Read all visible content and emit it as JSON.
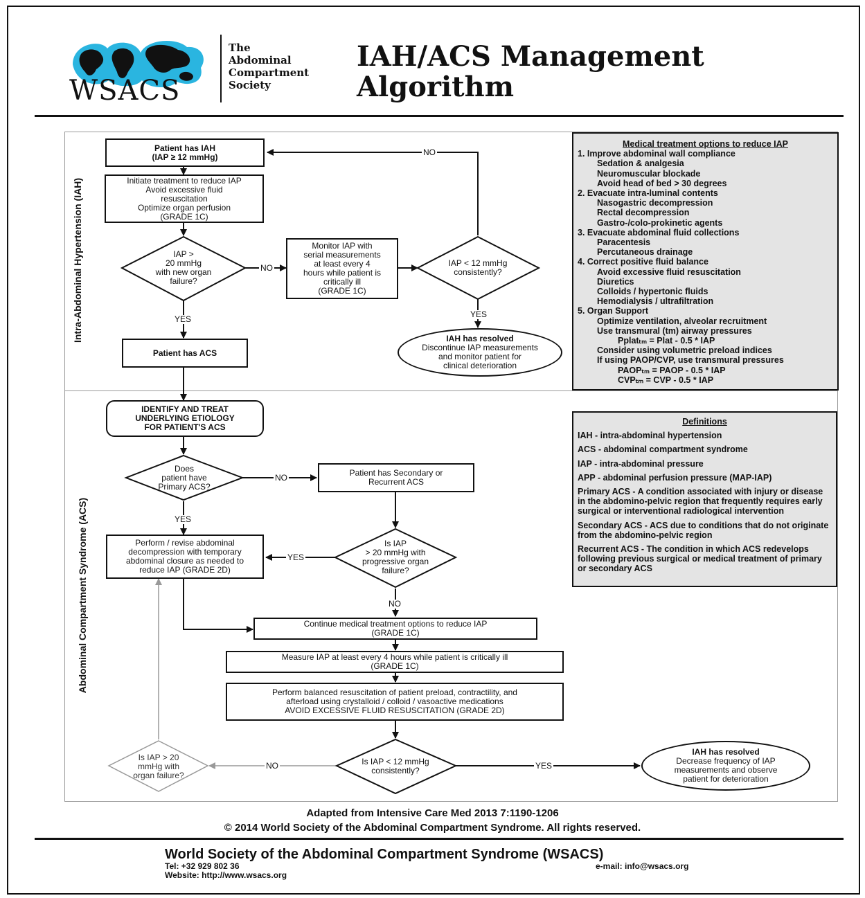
{
  "header": {
    "logo_text": "WSACS",
    "society_lines": [
      "The",
      "Abdominal",
      "Compartment",
      "Society"
    ],
    "title_line1": "IAH/ACS Management",
    "title_line2": "Algorithm"
  },
  "sections": {
    "iah": "Intra-Abdominal Hypertension (IAH)",
    "acs": "Abdominal Compartment Syndrome (ACS)"
  },
  "flow": {
    "patient_has_iah": "Patient has IAH\n(IAP ≥ 12 mmHg)",
    "initiate": "Initiate treatment to reduce IAP\nAvoid excessive fluid\nresuscitation\nOptimize organ perfusion\n(GRADE 1C)",
    "dec_iap20": "IAP >\n20 mmHg\nwith new organ\nfailure?",
    "monitor": "Monitor IAP with\nserial measurements\nat least every 4\nhours while patient is\ncritically ill\n(GRADE 1C)",
    "dec_iap12_top": "IAP < 12 mmHg\nconsistently?",
    "resolved_top_title": "IAH has resolved",
    "resolved_top_body": "Discontinue IAP measurements\nand monitor patient for\nclinical deterioration",
    "patient_has_acs": "Patient has ACS",
    "identify": "IDENTIFY AND TREAT\nUNDERLYING ETIOLOGY\nFOR PATIENT'S ACS",
    "dec_primary": "Does\npatient have\nPrimary ACS?",
    "secondary": "Patient has Secondary or\nRecurrent ACS",
    "perform_decomp": "Perform / revise abdominal\ndecompression with temporary\nabdominal closure as needed to\nreduce IAP (GRADE 2D)",
    "dec_prog": "Is IAP\n> 20 mmHg with\nprogressive organ\nfailure?",
    "continue_med": "Continue medical treatment options to reduce IAP\n(GRADE 1C)",
    "measure": "Measure IAP at least every 4 hours while patient is critically ill\n(GRADE 1C)",
    "balanced": "Perform balanced resuscitation of patient preload, contractility, and\nafterload using crystalloid / colloid / vasoactive medications\nAVOID EXCESSIVE FLUID RESUSCITATION (GRADE 2D)",
    "dec_iap12_bottom": "Is IAP < 12 mmHg\nconsistently?",
    "dec_faint": "Is IAP > 20\nmmHg with\norgan failure?",
    "resolved_bottom_title": "IAH has resolved",
    "resolved_bottom_body": "Decrease frequency of IAP\nmeasurements and observe\npatient for deterioration"
  },
  "labels": {
    "yes": "YES",
    "no": "NO"
  },
  "medical": {
    "heading": "Medical treatment options to reduce IAP",
    "lines": [
      {
        "lvl": 1,
        "text": "1. Improve abdominal wall compliance"
      },
      {
        "lvl": 2,
        "text": "Sedation & analgesia"
      },
      {
        "lvl": 2,
        "text": "Neuromuscular blockade"
      },
      {
        "lvl": 2,
        "text": "Avoid head of bed > 30 degrees"
      },
      {
        "lvl": 1,
        "text": "2. Evacuate intra-luminal contents"
      },
      {
        "lvl": 2,
        "text": "Nasogastric decompression"
      },
      {
        "lvl": 2,
        "text": "Rectal decompression"
      },
      {
        "lvl": 2,
        "text": "Gastro-/colo-prokinetic agents"
      },
      {
        "lvl": 1,
        "text": "3. Evacuate abdominal fluid collections"
      },
      {
        "lvl": 2,
        "text": "Paracentesis"
      },
      {
        "lvl": 2,
        "text": "Percutaneous drainage"
      },
      {
        "lvl": 1,
        "text": "4. Correct positive fluid balance"
      },
      {
        "lvl": 2,
        "text": "Avoid excessive fluid resuscitation"
      },
      {
        "lvl": 2,
        "text": "Diuretics"
      },
      {
        "lvl": 2,
        "text": "Colloids / hypertonic fluids"
      },
      {
        "lvl": 2,
        "text": "Hemodialysis / ultrafiltration"
      },
      {
        "lvl": 1,
        "text": "5. Organ Support"
      },
      {
        "lvl": 2,
        "text": "Optimize ventilation, alveolar recruitment"
      },
      {
        "lvl": 2,
        "text": "Use transmural (tm) airway pressures"
      },
      {
        "lvl": 3,
        "text": "Pplatₜₘ = Plat - 0.5 * IAP"
      },
      {
        "lvl": 2,
        "text": "Consider using volumetric preload indices"
      },
      {
        "lvl": 2,
        "text": "If using PAOP/CVP, use transmural pressures"
      },
      {
        "lvl": 3,
        "text": "PAOPₜₘ = PAOP - 0.5 * IAP"
      },
      {
        "lvl": 3,
        "text": "CVPₜₘ = CVP - 0.5 * IAP"
      }
    ]
  },
  "definitions": {
    "heading": "Definitions",
    "items": [
      "IAH - intra-abdominal hypertension",
      "ACS - abdominal compartment syndrome",
      "IAP - intra-abdominal pressure",
      "APP - abdominal perfusion pressure (MAP-IAP)",
      "Primary ACS - A condition associated with injury or disease in the abdomino-pelvic region that frequently requires early surgical or interventional radiological intervention",
      "Secondary ACS - ACS due to conditions that do not originate from the abdomino-pelvic region",
      "Recurrent ACS - The condition in which ACS redevelops following previous surgical or medical treatment of primary or secondary ACS"
    ]
  },
  "footer": {
    "adapted": "Adapted from Intensive Care Med 2013 7:1190-1206",
    "copyright": "© 2014 World Society of the Abdominal Compartment Syndrome.  All rights reserved.",
    "org": "World Society of the Abdominal Compartment Syndrome (WSACS)",
    "tel": "Tel:     +32 929 802 36",
    "website": "Website: http://www.wsacs.org",
    "email": "e-mail: info@wsacs.org"
  }
}
